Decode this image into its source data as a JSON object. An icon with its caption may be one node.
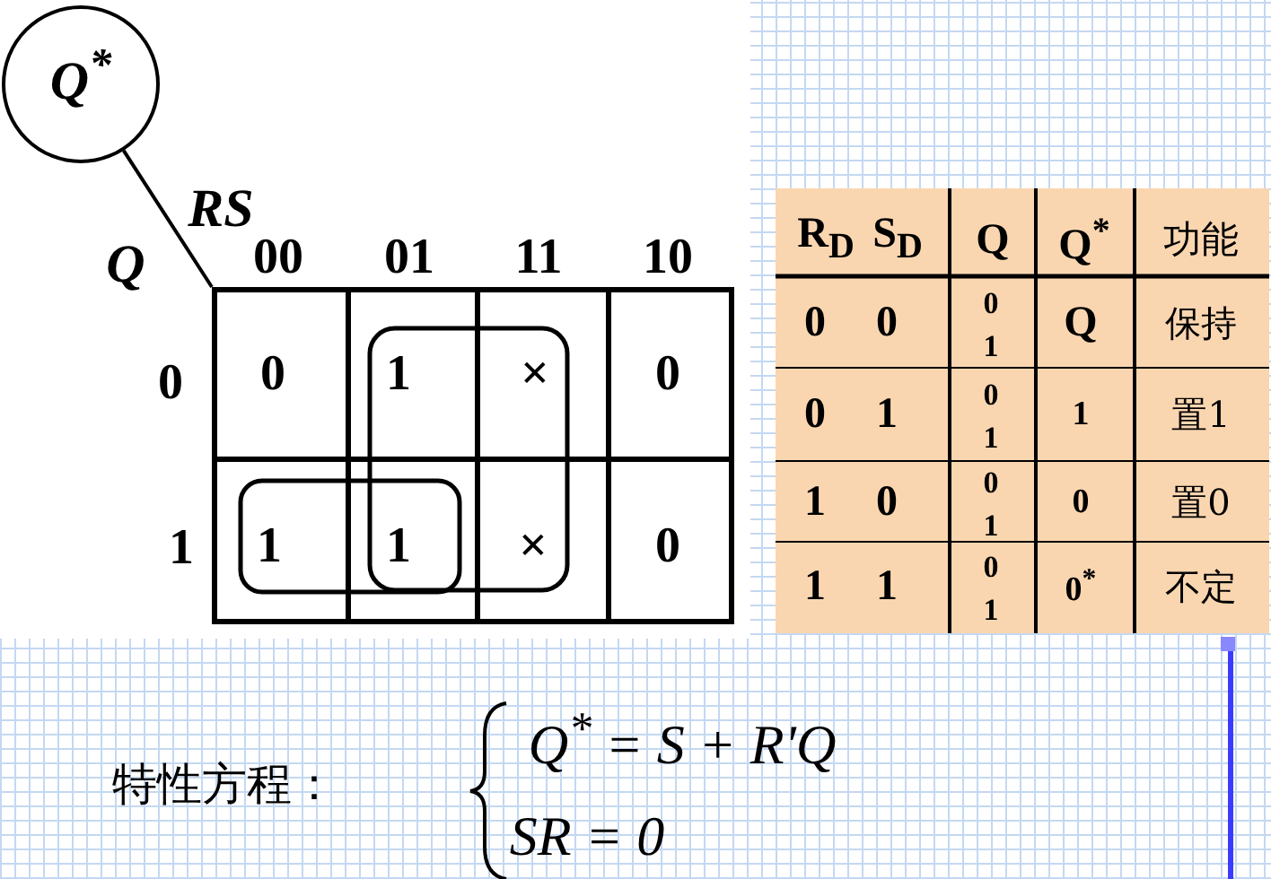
{
  "diagram": {
    "nodes": [
      {
        "text": [
          "Q$^{*}$"
        ]
      },
      {
        "text": [],
        "shape": "box"
      }
    ],
    "edges": [
      {
        "from": 0,
        "to": 1,
        "arrow": "none"
      }
    ],
    "labels": [
      "RS",
      "Q",
      "00",
      "01",
      "11",
      "10",
      "0",
      "1",
      "0",
      "1",
      "×",
      "0",
      "1",
      "1",
      "×",
      "0",
      "R$_{D}$",
      "S$_{D}$",
      "Q",
      "Q$^{*}$",
      "功能",
      "0",
      "0",
      "0",
      "1",
      "Q",
      "保持",
      "0",
      "1",
      "0",
      "1",
      "1",
      "置1",
      "1",
      "0",
      "0",
      "1",
      "0",
      "置0",
      "1",
      "1",
      "0",
      "1",
      "0$^{*}$",
      "不定",
      "特性方程：",
      "Q$^{*}$ = S + R'Q",
      "SR = 0"
    ]
  }
}
